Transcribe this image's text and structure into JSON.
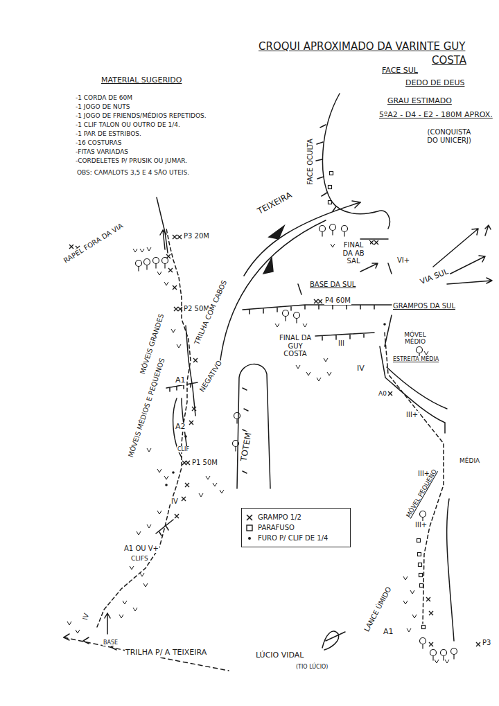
{
  "diagram": {
    "title": "CROQUI APROXIMADO DA VARINTE GUY COSTA",
    "labels": [
      "MATERIAL SUGERIDO",
      "-1 CORDA DE 60M",
      "-1 JOGO DE NUTS",
      "-1 JOGO DE FRIENDS/MÉDIOS REPETIDOS.",
      "-1 CLIF TALON OU OUTRO DE 1/4.",
      "-1 PAR DE ESTRIBOS.",
      "-16 COSTURAS",
      "-FITAS VARIADAS",
      "-CORDELETES P/ PRUSIK OU JUMAR.",
      "OBS: CAMALOTS 3,5 E 4 SÃO UTEIS.",
      "FACE SUL",
      "DEDO DE DEUS",
      "GRAU ESTIMADO",
      "5ºA2 - D4 - E2 - 180M APROX.",
      "(CONQUISTA DO UNICERJ)",
      "FACE OCULTA",
      "TEIXEIRA",
      "P3 20M",
      "RAPEL FORA DA VIA",
      "P2 50M",
      "TRILHA COM CABOS",
      "FINAL DA AB SAL",
      "VI+",
      "VIA SUL",
      "BASE DA SUL",
      "P4 60M",
      "GRAMPOS DA SUL",
      "FINAL DA GUY COSTA",
      "III",
      "MÓVEL MÉDIO",
      "IV",
      "ESTREITA MÉDIA",
      "MÓVEIS GRANDES",
      "A1",
      "NEGATIVO",
      "A0",
      "III+",
      "MÓVEIS MÉDIOS E PEQUENOS",
      "A2",
      "CLIF",
      "P1 50M",
      "TOTEM",
      "MÉDIA",
      "III+",
      "MÓVEL PEQUENO",
      "IV",
      "III+",
      "A1 OU V+",
      "CLIFS",
      "IV",
      "BASE",
      "TRILHA P/ A TEIXEIRA",
      "LÚCIO VIDAL",
      "(TIO LÚCIO)",
      "LANCE ÚMIDO",
      "A1",
      "P3"
    ],
    "legend": [
      {
        "text": "GRAMPO 1/2"
      },
      {
        "text": "PARAFUSO"
      },
      {
        "text": "FURO P/ CLIF DE 1/4"
      }
    ]
  }
}
